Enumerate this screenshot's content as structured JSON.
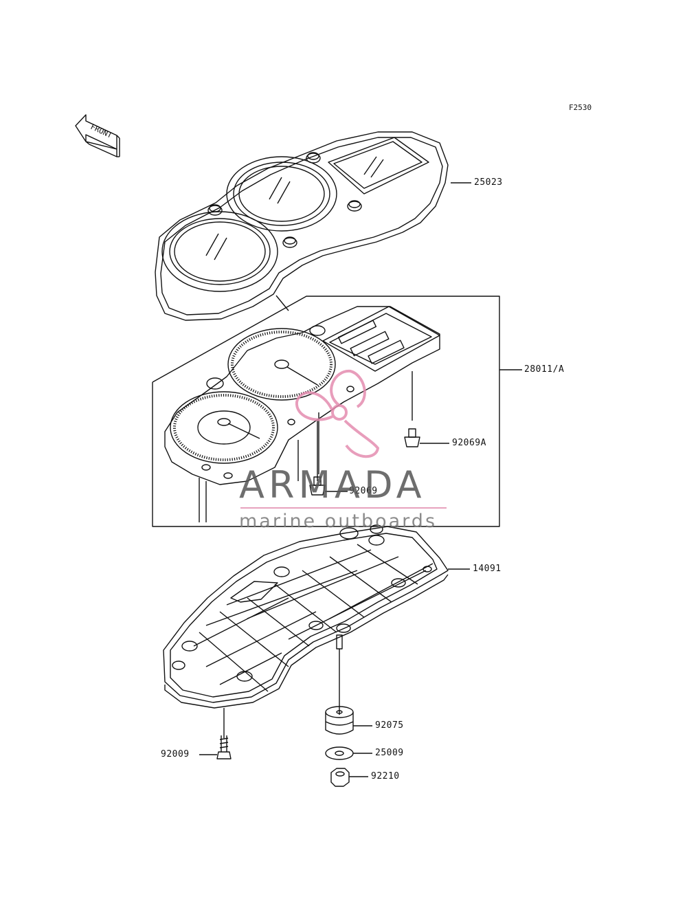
{
  "figure_code": "F2530",
  "front_label": "FRONT",
  "parts": {
    "p25023": "25023",
    "p28011a": "28011/A",
    "p92069a": "92069A",
    "p92069": "92069",
    "p14091": "14091",
    "p92075": "92075",
    "p25009": "25009",
    "p92009": "92009",
    "p92210": "92210"
  },
  "watermark": {
    "title": "ARMADA",
    "subtitle": "marine outboards",
    "accent": "#e48db0"
  }
}
